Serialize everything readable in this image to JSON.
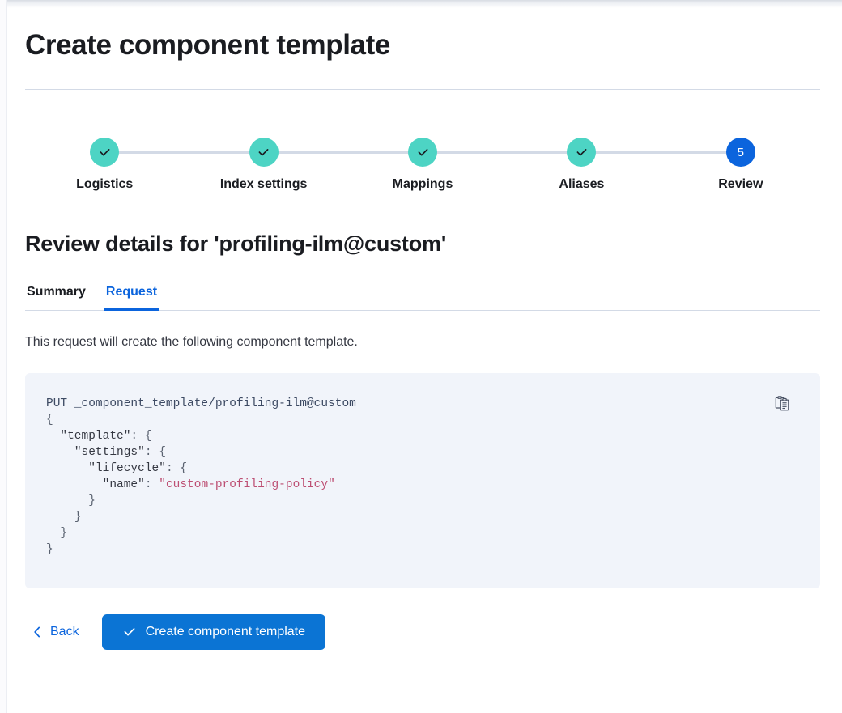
{
  "page": {
    "title": "Create component template"
  },
  "stepper": {
    "steps": [
      {
        "label": "Logistics",
        "state": "done",
        "marker": "check"
      },
      {
        "label": "Index settings",
        "state": "done",
        "marker": "check"
      },
      {
        "label": "Mappings",
        "state": "done",
        "marker": "check"
      },
      {
        "label": "Aliases",
        "state": "done",
        "marker": "check"
      },
      {
        "label": "Review",
        "state": "current",
        "marker": "5"
      }
    ],
    "colors": {
      "done": "#4dd4c4",
      "current": "#0b64dd",
      "connector": "#d3dae6"
    }
  },
  "review": {
    "heading": "Review details for 'profiling-ilm@custom'",
    "tabs": [
      {
        "label": "Summary",
        "active": false
      },
      {
        "label": "Request",
        "active": true
      }
    ],
    "description": "This request will create the following component template.",
    "request": {
      "method_line": "PUT _component_template/profiling-ilm@custom",
      "lines": [
        "{",
        "  \"template\": {",
        "    \"settings\": {",
        "      \"lifecycle\": {",
        "        \"name\": \"custom-profiling-policy\"",
        "      }",
        "    }",
        "  }",
        "}"
      ],
      "body_full": "{\n  \"template\": {\n    \"settings\": {\n      \"lifecycle\": {\n        \"name\": \"custom-profiling-policy\"\n      }\n    }\n  }\n}",
      "string_value": "custom-profiling-policy",
      "keys": [
        "template",
        "settings",
        "lifecycle",
        "name"
      ],
      "copy_icon": "clipboard-copy-icon"
    }
  },
  "actions": {
    "back_label": "Back",
    "back_icon": "chevron-left-icon",
    "submit_label": "Create component template",
    "submit_icon": "check-icon",
    "submit_color": "#0b74d4"
  }
}
